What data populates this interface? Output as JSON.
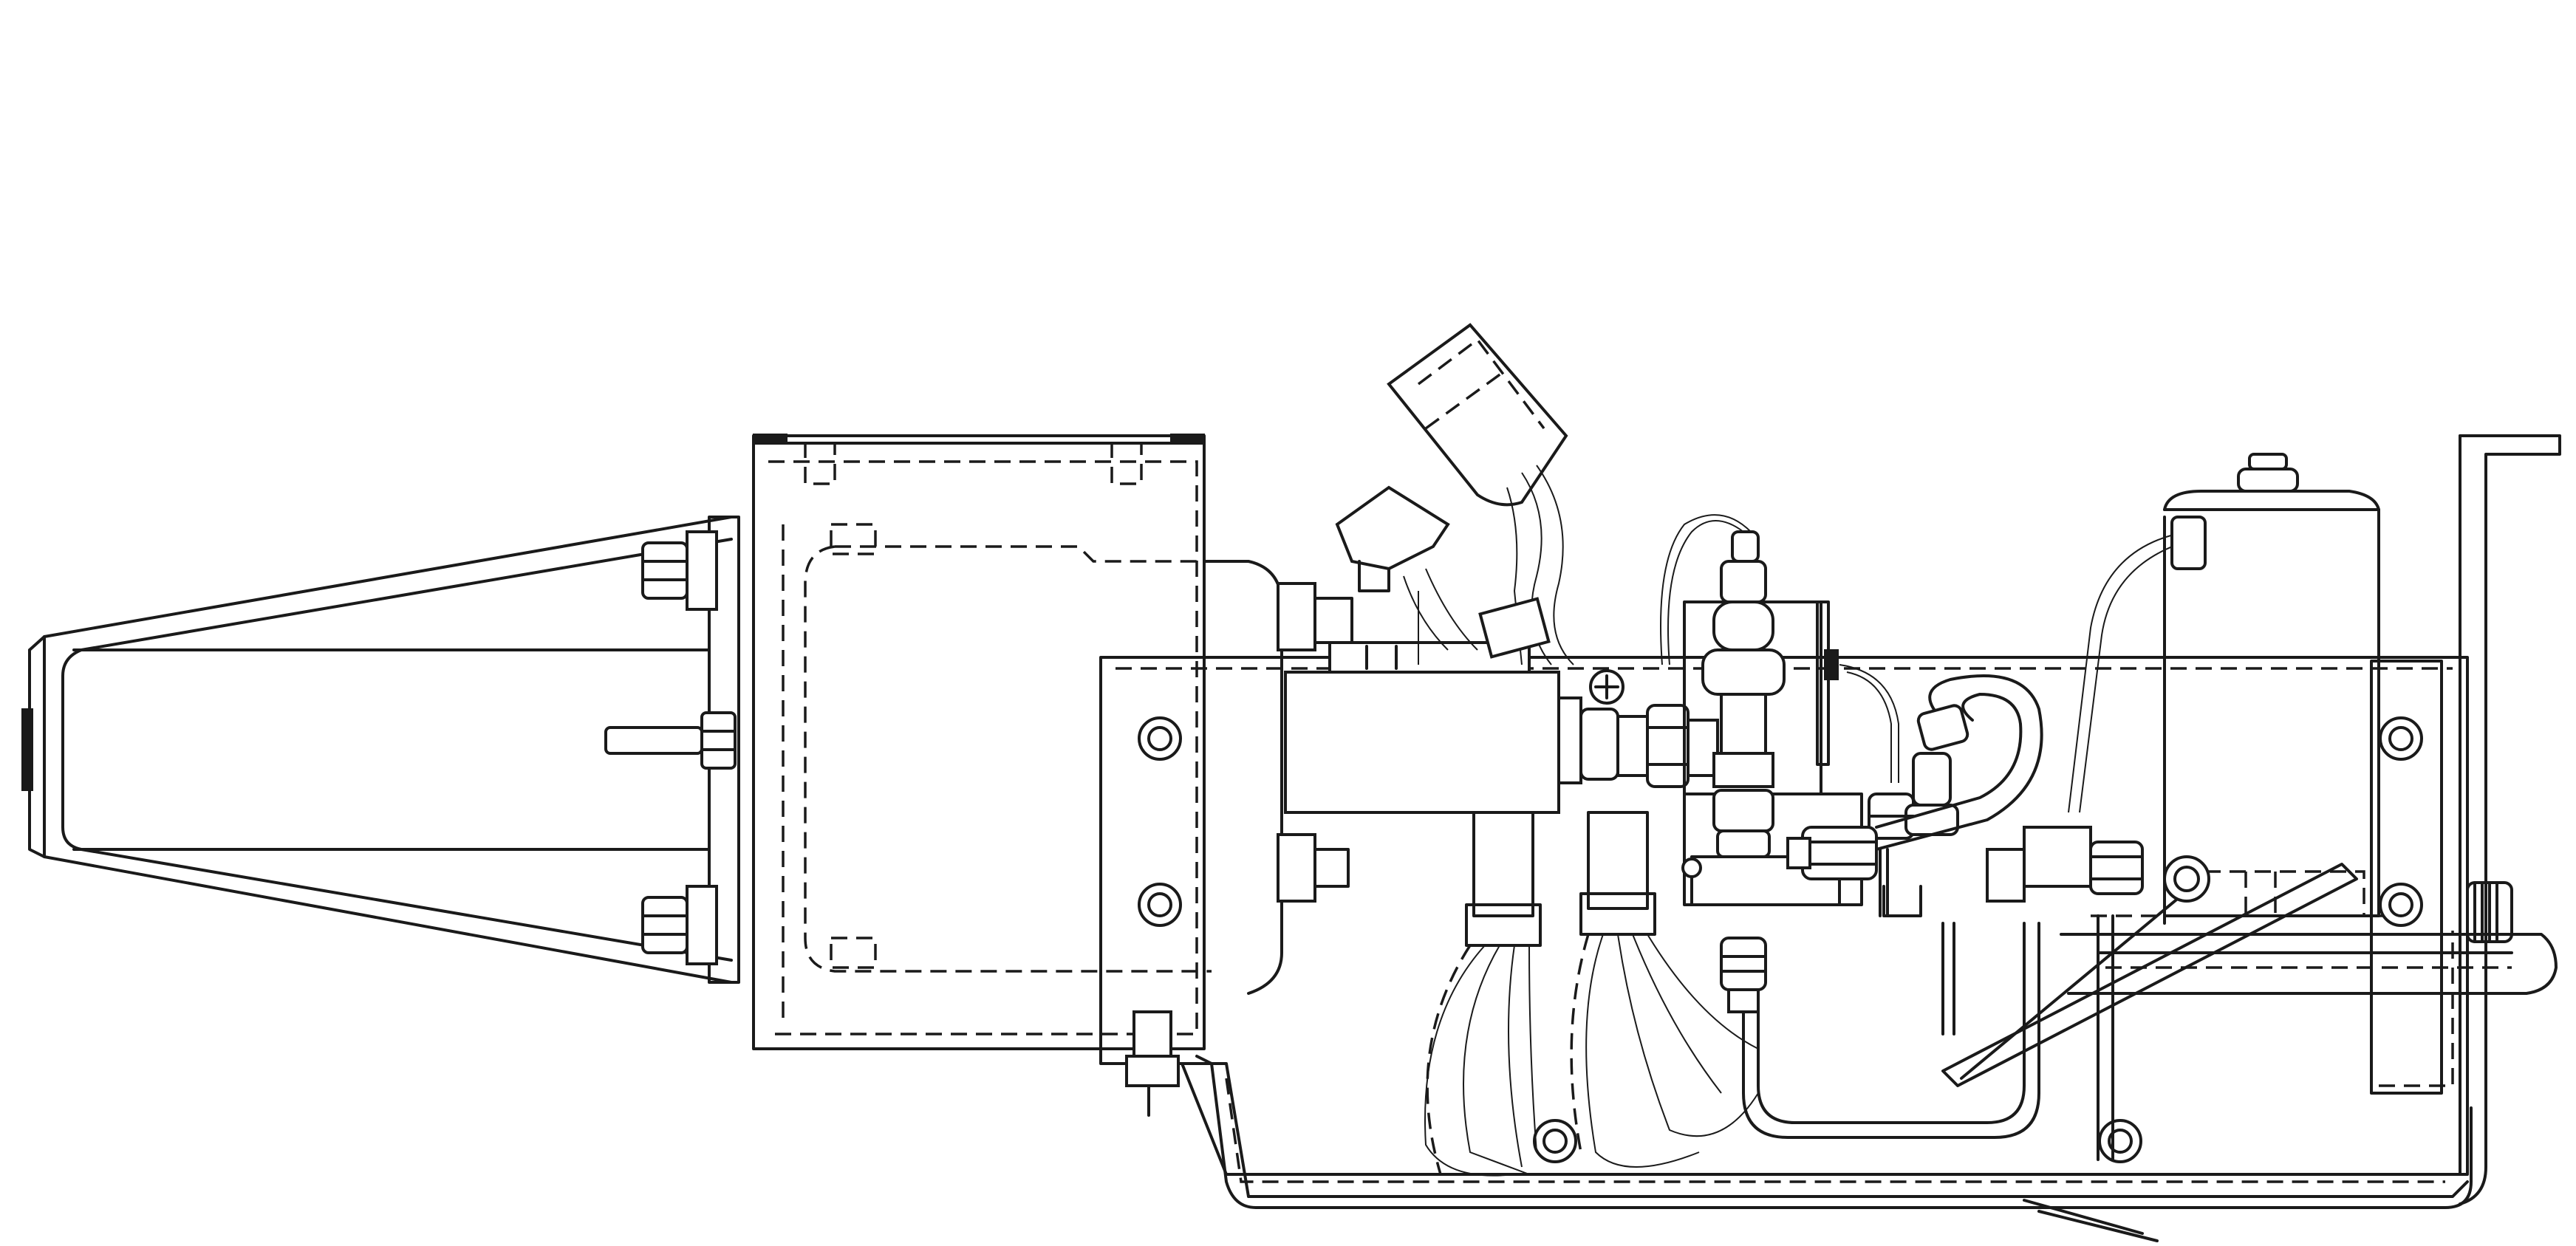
{
  "drawing": {
    "description_text": "",
    "ink_color": "#1a1a1a",
    "paper_color": "#ffffff",
    "components": [
      {
        "name": "tapered-mounting-bracket"
      },
      {
        "name": "motor-housing"
      },
      {
        "name": "pump-cylinder"
      },
      {
        "name": "valve-manifold-block"
      },
      {
        "name": "hydraulic-hose-loop"
      },
      {
        "name": "reservoir-tank"
      },
      {
        "name": "wiring-connector-plug"
      },
      {
        "name": "base-tray"
      },
      {
        "name": "end-plate-bracket"
      }
    ]
  }
}
